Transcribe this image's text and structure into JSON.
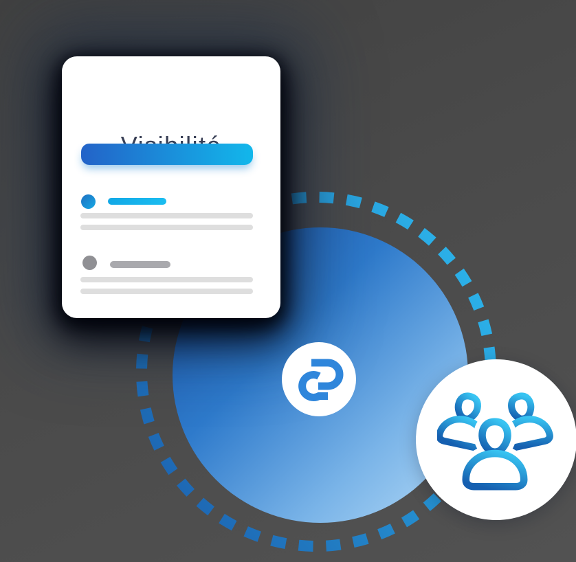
{
  "illustration": {
    "card": {
      "title": "Visibilité",
      "skeleton": {
        "hero_bar": "gradient-progress-bar",
        "items": [
          {
            "state": "active",
            "dot_color": "#15a9e4",
            "label_color": "#17b4ea"
          },
          {
            "state": "inactive",
            "dot_color": "#909094",
            "label_color": "#a9a9ad"
          }
        ]
      }
    },
    "icons": {
      "logo": "logo-mark-icon",
      "users": "users-group-icon"
    },
    "colors": {
      "background": "#4a4a4a",
      "title_color": "#383f55",
      "bar_gradient_start": "#2363c8",
      "bar_gradient_end": "#12b7eb",
      "line_color": "#dedede",
      "circle_gradient_start": "#1b55a8",
      "circle_gradient_end": "#b4daf6",
      "dash_gradient_start": "#1d65b2",
      "dash_gradient_end": "#2cb3ea",
      "logo_blue": "#2f86db",
      "users_gradient_start": "#38c4f2",
      "users_gradient_end": "#155fb0"
    }
  }
}
